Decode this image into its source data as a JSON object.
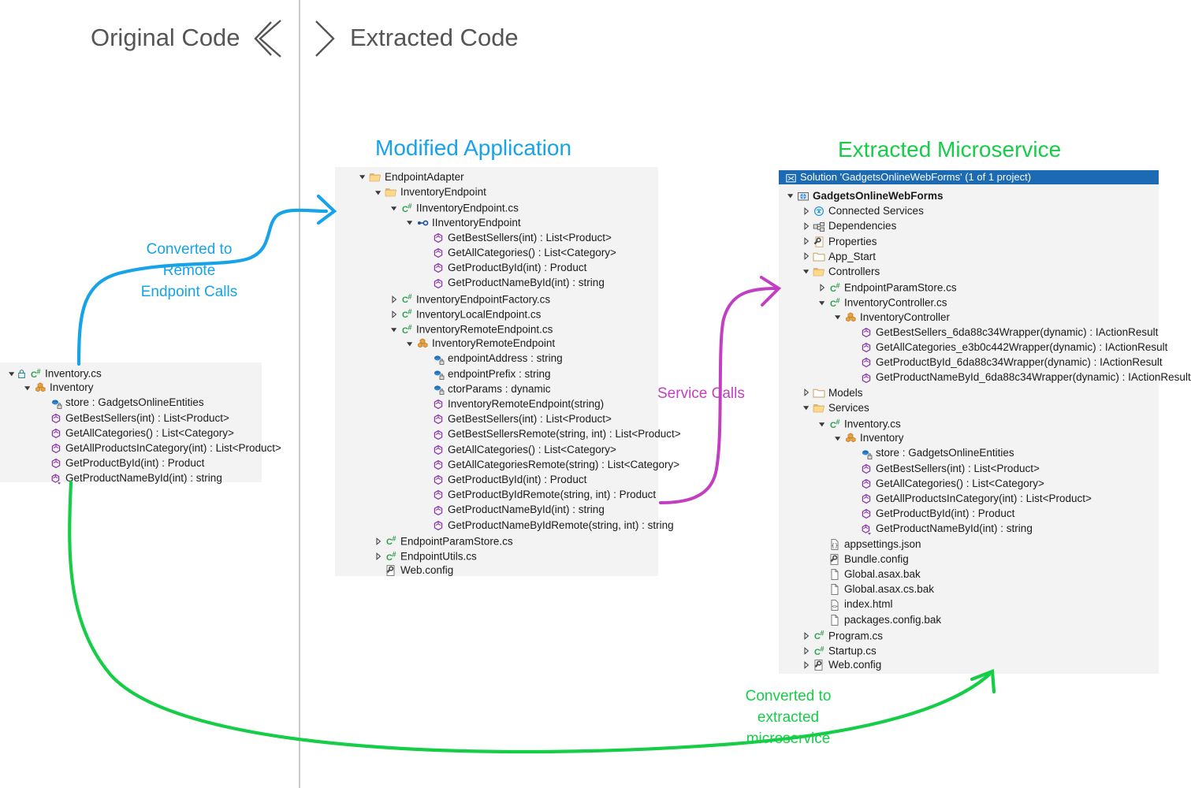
{
  "banner": {
    "original_label": "Original Code",
    "extracted_label": "Extracted Code",
    "left_chevron_icon": "chevron-left-icon",
    "right_chevron_icon": "chevron-right-icon"
  },
  "titles": {
    "middle": "Modified Application",
    "right": "Extracted Microservice",
    "middle_color": "#16a3e8",
    "right_color": "#16cd48"
  },
  "annotations": [
    {
      "id": "converted-remote-endpoint-calls",
      "text": "Converted to\nRemote\nEndpoint Calls",
      "color": "#16a3e8"
    },
    {
      "id": "service-calls",
      "text": "Service  Calls",
      "color": "#c23fc2"
    },
    {
      "id": "converted-extracted-microservice",
      "text": "Converted to\nextracted\nmicroservice",
      "color": "#16cd48"
    }
  ],
  "left_tree": {
    "nodes": [
      {
        "depth": 0,
        "twisty": "expanded",
        "icon": "cs-file-locked-icon",
        "label": "Inventory.cs"
      },
      {
        "depth": 1,
        "twisty": "expanded",
        "icon": "class-icon",
        "label": "Inventory"
      },
      {
        "depth": 2,
        "twisty": "none",
        "icon": "field-private-icon",
        "label": "store : GadgetsOnlineEntities"
      },
      {
        "depth": 2,
        "twisty": "none",
        "icon": "method-icon",
        "label": "GetBestSellers(int) : List<Product>"
      },
      {
        "depth": 2,
        "twisty": "none",
        "icon": "method-icon",
        "label": "GetAllCategories() : List<Category>"
      },
      {
        "depth": 2,
        "twisty": "none",
        "icon": "method-icon",
        "label": "GetAllProductsInCategory(int) : List<Product>"
      },
      {
        "depth": 2,
        "twisty": "none",
        "icon": "method-icon",
        "label": "GetProductById(int) : Product"
      },
      {
        "depth": 2,
        "twisty": "none",
        "icon": "method-more-icon",
        "label": "GetProductNameById(int) : string"
      }
    ]
  },
  "middle_tree": {
    "nodes": [
      {
        "depth": 0,
        "twisty": "expanded",
        "icon": "folder-open-icon",
        "label": "EndpointAdapter"
      },
      {
        "depth": 1,
        "twisty": "expanded",
        "icon": "folder-open-icon",
        "label": "InventoryEndpoint"
      },
      {
        "depth": 2,
        "twisty": "expanded",
        "icon": "cs-file-icon",
        "label": "IInventoryEndpoint.cs"
      },
      {
        "depth": 3,
        "twisty": "expanded",
        "icon": "interface-icon",
        "label": "IInventoryEndpoint"
      },
      {
        "depth": 4,
        "twisty": "none",
        "icon": "method-icon",
        "label": "GetBestSellers(int) : List<Product>"
      },
      {
        "depth": 4,
        "twisty": "none",
        "icon": "method-icon",
        "label": "GetAllCategories() : List<Category>"
      },
      {
        "depth": 4,
        "twisty": "none",
        "icon": "method-icon",
        "label": "GetProductById(int) : Product"
      },
      {
        "depth": 4,
        "twisty": "none",
        "icon": "method-icon",
        "label": "GetProductNameById(int) : string"
      },
      {
        "depth": 2,
        "twisty": "collapsed",
        "icon": "cs-file-icon",
        "label": "InventoryEndpointFactory.cs"
      },
      {
        "depth": 2,
        "twisty": "collapsed",
        "icon": "cs-file-icon",
        "label": "InventoryLocalEndpoint.cs"
      },
      {
        "depth": 2,
        "twisty": "expanded",
        "icon": "cs-file-icon",
        "label": "InventoryRemoteEndpoint.cs"
      },
      {
        "depth": 3,
        "twisty": "expanded",
        "icon": "class-icon",
        "label": "InventoryRemoteEndpoint"
      },
      {
        "depth": 4,
        "twisty": "none",
        "icon": "field-private-icon",
        "label": "endpointAddress : string"
      },
      {
        "depth": 4,
        "twisty": "none",
        "icon": "field-private-icon",
        "label": "endpointPrefix : string"
      },
      {
        "depth": 4,
        "twisty": "none",
        "icon": "field-private-icon",
        "label": "ctorParams : dynamic"
      },
      {
        "depth": 4,
        "twisty": "none",
        "icon": "method-icon",
        "label": "InventoryRemoteEndpoint(string)"
      },
      {
        "depth": 4,
        "twisty": "none",
        "icon": "method-icon",
        "label": "GetBestSellers(int) : List<Product>"
      },
      {
        "depth": 4,
        "twisty": "none",
        "icon": "method-icon",
        "label": "GetBestSellersRemote(string, int) : List<Product>"
      },
      {
        "depth": 4,
        "twisty": "none",
        "icon": "method-icon",
        "label": "GetAllCategories() : List<Category>"
      },
      {
        "depth": 4,
        "twisty": "none",
        "icon": "method-icon",
        "label": "GetAllCategoriesRemote(string) : List<Category>"
      },
      {
        "depth": 4,
        "twisty": "none",
        "icon": "method-icon",
        "label": "GetProductById(int) : Product"
      },
      {
        "depth": 4,
        "twisty": "none",
        "icon": "method-icon",
        "label": "GetProductByIdRemote(string, int) : Product"
      },
      {
        "depth": 4,
        "twisty": "none",
        "icon": "method-icon",
        "label": "GetProductNameById(int) : string"
      },
      {
        "depth": 4,
        "twisty": "none",
        "icon": "method-icon",
        "label": "GetProductNameByIdRemote(string, int) : string"
      },
      {
        "depth": 1,
        "twisty": "collapsed",
        "icon": "cs-file-icon",
        "label": "EndpointParamStore.cs"
      },
      {
        "depth": 1,
        "twisty": "collapsed",
        "icon": "cs-file-icon",
        "label": "EndpointUtils.cs"
      },
      {
        "depth": 1,
        "twisty": "none",
        "icon": "config-file-icon",
        "label": "Web.config"
      }
    ]
  },
  "right_tree": {
    "header": {
      "icon": "solution-icon",
      "label": "Solution 'GadgetsOnlineWebForms' (1 of 1 project)"
    },
    "nodes": [
      {
        "depth": 0,
        "twisty": "expanded",
        "icon": "web-project-icon",
        "label": "GadgetsOnlineWebForms",
        "bold": true
      },
      {
        "depth": 1,
        "twisty": "collapsed",
        "icon": "connected-services-icon",
        "label": "Connected Services"
      },
      {
        "depth": 1,
        "twisty": "collapsed",
        "icon": "dependencies-icon",
        "label": "Dependencies"
      },
      {
        "depth": 1,
        "twisty": "collapsed",
        "icon": "properties-icon",
        "label": "Properties"
      },
      {
        "depth": 1,
        "twisty": "collapsed",
        "icon": "folder-closed-icon",
        "label": "App_Start"
      },
      {
        "depth": 1,
        "twisty": "expanded",
        "icon": "folder-open-icon",
        "label": "Controllers"
      },
      {
        "depth": 2,
        "twisty": "collapsed",
        "icon": "cs-file-icon",
        "label": "EndpointParamStore.cs"
      },
      {
        "depth": 2,
        "twisty": "expanded",
        "icon": "cs-file-icon",
        "label": "InventoryController.cs"
      },
      {
        "depth": 3,
        "twisty": "expanded",
        "icon": "class-icon",
        "label": "InventoryController"
      },
      {
        "depth": 4,
        "twisty": "none",
        "icon": "method-icon",
        "label": "GetBestSellers_6da88c34Wrapper(dynamic) : IActionResult"
      },
      {
        "depth": 4,
        "twisty": "none",
        "icon": "method-icon",
        "label": "GetAllCategories_e3b0c442Wrapper(dynamic) : IActionResult"
      },
      {
        "depth": 4,
        "twisty": "none",
        "icon": "method-icon",
        "label": "GetProductById_6da88c34Wrapper(dynamic) : IActionResult"
      },
      {
        "depth": 4,
        "twisty": "none",
        "icon": "method-icon",
        "label": "GetProductNameById_6da88c34Wrapper(dynamic) : IActionResult"
      },
      {
        "depth": 1,
        "twisty": "collapsed",
        "icon": "folder-closed-icon",
        "label": "Models"
      },
      {
        "depth": 1,
        "twisty": "expanded",
        "icon": "folder-open-icon",
        "label": "Services"
      },
      {
        "depth": 2,
        "twisty": "expanded",
        "icon": "cs-file-icon",
        "label": "Inventory.cs"
      },
      {
        "depth": 3,
        "twisty": "expanded",
        "icon": "class-icon",
        "label": "Inventory"
      },
      {
        "depth": 4,
        "twisty": "none",
        "icon": "field-private-icon",
        "label": "store : GadgetsOnlineEntities"
      },
      {
        "depth": 4,
        "twisty": "none",
        "icon": "method-icon",
        "label": "GetBestSellers(int) : List<Product>"
      },
      {
        "depth": 4,
        "twisty": "none",
        "icon": "method-icon",
        "label": "GetAllCategories() : List<Category>"
      },
      {
        "depth": 4,
        "twisty": "none",
        "icon": "method-icon",
        "label": "GetAllProductsInCategory(int) : List<Product>"
      },
      {
        "depth": 4,
        "twisty": "none",
        "icon": "method-icon",
        "label": "GetProductById(int) : Product"
      },
      {
        "depth": 4,
        "twisty": "none",
        "icon": "method-more-icon",
        "label": "GetProductNameById(int) : string"
      },
      {
        "depth": 2,
        "twisty": "none",
        "icon": "json-file-icon",
        "label": "appsettings.json"
      },
      {
        "depth": 2,
        "twisty": "none",
        "icon": "config-file-icon",
        "label": "Bundle.config"
      },
      {
        "depth": 2,
        "twisty": "none",
        "icon": "plain-file-icon",
        "label": "Global.asax.bak"
      },
      {
        "depth": 2,
        "twisty": "none",
        "icon": "plain-file-icon",
        "label": "Global.asax.cs.bak"
      },
      {
        "depth": 2,
        "twisty": "none",
        "icon": "html-file-icon",
        "label": "index.html"
      },
      {
        "depth": 2,
        "twisty": "none",
        "icon": "plain-file-icon",
        "label": "packages.config.bak"
      },
      {
        "depth": 1,
        "twisty": "collapsed",
        "icon": "cs-file-icon",
        "label": "Program.cs"
      },
      {
        "depth": 1,
        "twisty": "collapsed",
        "icon": "cs-file-icon",
        "label": "Startup.cs"
      },
      {
        "depth": 1,
        "twisty": "collapsed",
        "icon": "config-file-icon",
        "label": "Web.config"
      }
    ]
  }
}
